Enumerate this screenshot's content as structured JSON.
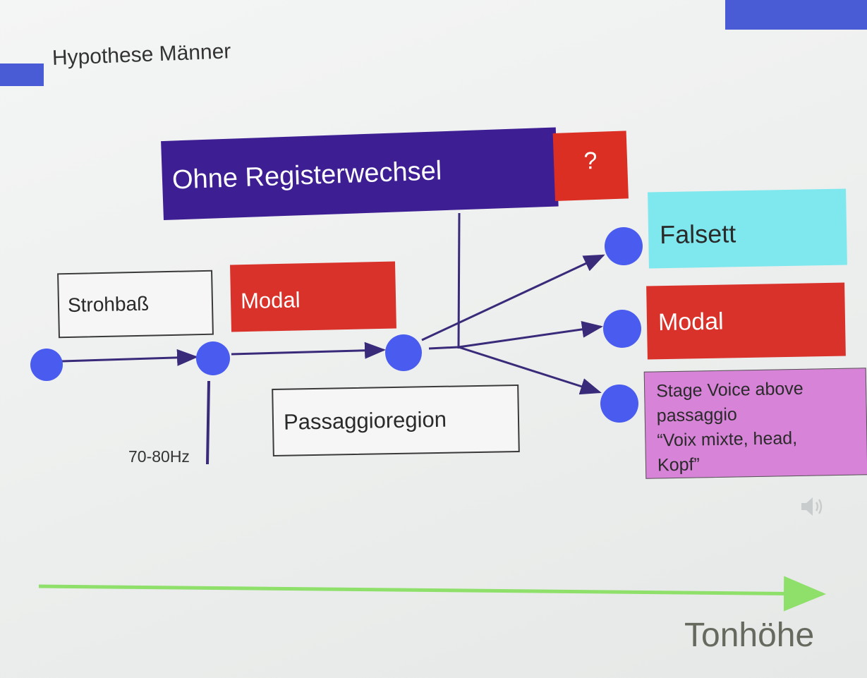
{
  "slide": {
    "title": "Hypothese Männer",
    "accent_color": "#4a5bd6"
  },
  "boxes": {
    "ohne_registerwechsel": "Ohne Registerwechsel",
    "question_mark": "?",
    "strohbass": "Strohbaß",
    "modal_start": "Modal",
    "passaggioregion": "Passaggioregion",
    "falsett": "Falsett",
    "modal_end": "Modal",
    "stage_voice_lines": [
      "Stage Voice above",
      "passaggio",
      "“Voix mixte, head,",
      "Kopf”"
    ]
  },
  "labels": {
    "frequency": "70-80Hz",
    "axis": "Tonhöhe"
  },
  "icons": {
    "speaker": "speaker-icon"
  },
  "colors": {
    "node": "#4a5bef",
    "arrow": "#3a2a7a",
    "axis_line": "#8ee06a",
    "purple": "#3e1f93",
    "red": "#d9322a",
    "cyan": "#7ee8ee",
    "pink": "#d783d8"
  }
}
